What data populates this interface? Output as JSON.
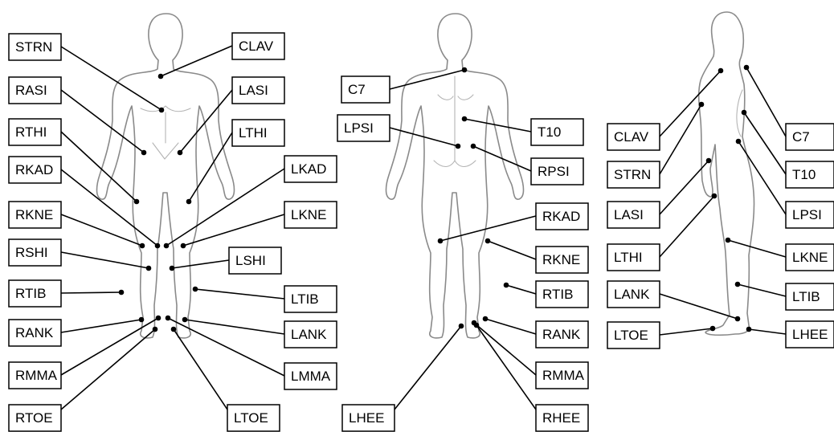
{
  "views": [
    {
      "view": "front",
      "markers": [
        {
          "label": "STRN"
        },
        {
          "label": "CLAV"
        },
        {
          "label": "RASI"
        },
        {
          "label": "LASI"
        },
        {
          "label": "RTHI"
        },
        {
          "label": "LTHI"
        },
        {
          "label": "RKAD"
        },
        {
          "label": "LKAD"
        },
        {
          "label": "RKNE"
        },
        {
          "label": "LKNE"
        },
        {
          "label": "RSHI"
        },
        {
          "label": "LSHI"
        },
        {
          "label": "RTIB"
        },
        {
          "label": "LTIB"
        },
        {
          "label": "RANK"
        },
        {
          "label": "LANK"
        },
        {
          "label": "RMMA"
        },
        {
          "label": "LMMA"
        },
        {
          "label": "RTOE"
        },
        {
          "label": "LTOE"
        }
      ]
    },
    {
      "view": "back",
      "markers": [
        {
          "label": "C7"
        },
        {
          "label": "LPSI"
        },
        {
          "label": "T10"
        },
        {
          "label": "RPSI"
        },
        {
          "label": "RKAD"
        },
        {
          "label": "RKNE"
        },
        {
          "label": "RTIB"
        },
        {
          "label": "RANK"
        },
        {
          "label": "RMMA"
        },
        {
          "label": "LHEE"
        },
        {
          "label": "RHEE"
        }
      ]
    },
    {
      "view": "side",
      "markers": [
        {
          "label": "CLAV"
        },
        {
          "label": "C7"
        },
        {
          "label": "STRN"
        },
        {
          "label": "T10"
        },
        {
          "label": "LASI"
        },
        {
          "label": "LPSI"
        },
        {
          "label": "LTHI"
        },
        {
          "label": "LKNE"
        },
        {
          "label": "LANK"
        },
        {
          "label": "LTIB"
        },
        {
          "label": "LTOE"
        },
        {
          "label": "LHEE"
        }
      ]
    }
  ]
}
